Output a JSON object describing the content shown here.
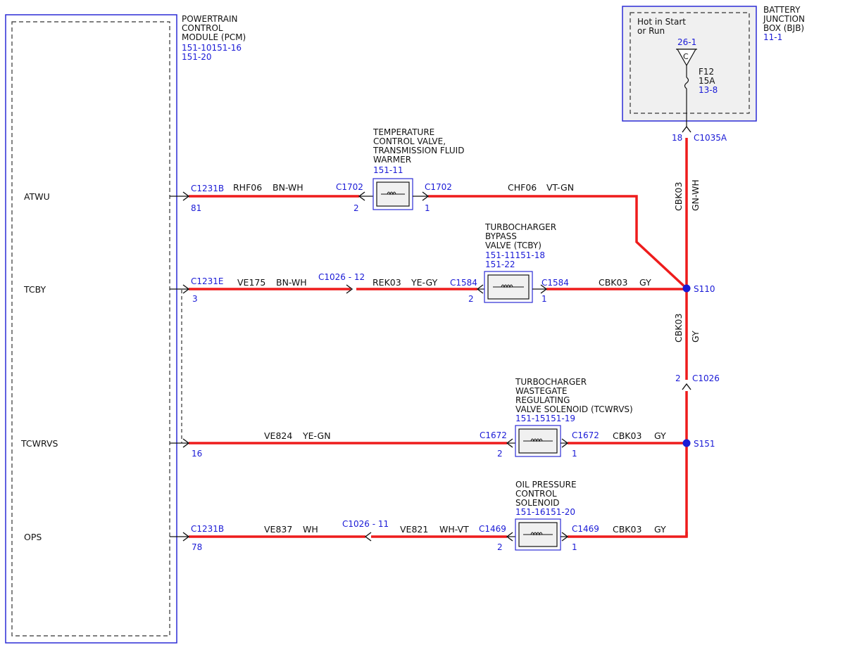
{
  "pcm": {
    "title": [
      "POWERTRAIN",
      "CONTROL",
      "MODULE (PCM)"
    ],
    "refs": [
      "151-10151-16",
      "151-20"
    ],
    "signals": [
      "ATWU",
      "TCBY",
      "TCWRVS",
      "OPS"
    ]
  },
  "bjb": {
    "title": [
      "BATTERY",
      "JUNCTION",
      "BOX (BJB)"
    ],
    "ref": "11-1",
    "hot_label": [
      "Hot in Start",
      "or Run"
    ],
    "feed_ref": "26-1",
    "feed_letter": "C",
    "fuse_name": "F12",
    "fuse_rating": "15A",
    "fuse_ref": "13-8",
    "out_pin": "18",
    "out_connector": "C1035A"
  },
  "vertical_wires": {
    "top_circuit": "CBK03",
    "top_color": "GN-WH",
    "mid_circuit": "CBK03",
    "mid_color": "GY",
    "c1026_pin": "2",
    "c1026_connector": "C1026"
  },
  "splices": {
    "s110": "S110",
    "s151": "S151"
  },
  "components": {
    "tcv": {
      "title": [
        "TEMPERATURE",
        "CONTROL VALVE,",
        "TRANSMISSION FLUID",
        "WARMER"
      ],
      "ref": "151-11",
      "left_conn": "C1702",
      "left_pin": "2",
      "right_conn": "C1702",
      "right_pin": "1"
    },
    "tcby": {
      "title": [
        "TURBOCHARGER",
        "BYPASS",
        "VALVE (TCBY)"
      ],
      "refs": [
        "151-11151-18",
        "151-22"
      ],
      "left_conn": "C1584",
      "left_pin": "2",
      "right_conn": "C1584",
      "right_pin": "1"
    },
    "tcwrvs": {
      "title": [
        "TURBOCHARGER",
        "WASTEGATE",
        "REGULATING",
        "VALVE SOLENOID (TCWRVS)"
      ],
      "ref": "151-15151-19",
      "left_conn": "C1672",
      "left_pin": "2",
      "right_conn": "C1672",
      "right_pin": "1"
    },
    "ops": {
      "title": [
        "OIL PRESSURE",
        "CONTROL",
        "SOLENOID"
      ],
      "ref": "151-16151-20",
      "left_conn": "C1469",
      "left_pin": "2",
      "right_conn": "C1469",
      "right_pin": "1"
    }
  },
  "rows": {
    "atwu": {
      "pcm_conn": "C1231B",
      "pcm_pin": "81",
      "w1_circuit": "RHF06",
      "w1_color": "BN-WH",
      "w2_circuit": "CHF06",
      "w2_color": "VT-GN"
    },
    "tcby": {
      "pcm_conn": "C1231E",
      "pcm_pin": "3",
      "w1_circuit": "VE175",
      "w1_color": "BN-WH",
      "inline_conn": "C1026 - 12",
      "w2_circuit": "REK03",
      "w2_color": "YE-GY",
      "w3_circuit": "CBK03",
      "w3_color": "GY"
    },
    "tcwrvs": {
      "pcm_pin": "16",
      "w1_circuit": "VE824",
      "w1_color": "YE-GN",
      "w2_circuit": "CBK03",
      "w2_color": "GY"
    },
    "ops": {
      "pcm_conn": "C1231B",
      "pcm_pin": "78",
      "w1_circuit": "VE837",
      "w1_color": "WH",
      "inline_conn": "C1026 - 11",
      "w2_circuit": "VE821",
      "w2_color": "WH-VT",
      "w3_circuit": "CBK03",
      "w3_color": "GY"
    }
  }
}
